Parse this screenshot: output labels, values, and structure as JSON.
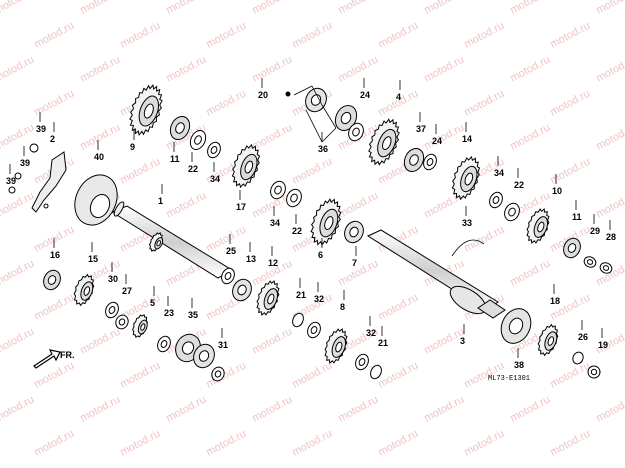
{
  "watermark": "motod.ru",
  "diagram_code": "ML73-E1301",
  "direction_label": "FR.",
  "colors": {
    "ink": "#000000",
    "paper": "#ffffff",
    "watermark": "#f1c4c4",
    "metal": "#d8d8d8"
  },
  "callouts": [
    "1",
    "2",
    "3",
    "4",
    "5",
    "6",
    "7",
    "8",
    "9",
    "10",
    "11",
    "11",
    "12",
    "13",
    "14",
    "15",
    "16",
    "17",
    "18",
    "19",
    "20",
    "21",
    "21",
    "22",
    "22",
    "22",
    "23",
    "24",
    "24",
    "25",
    "26",
    "27",
    "28",
    "29",
    "30",
    "31",
    "32",
    "32",
    "33",
    "34",
    "34",
    "34",
    "35",
    "36",
    "37",
    "38",
    "39",
    "39",
    "39",
    "40"
  ]
}
